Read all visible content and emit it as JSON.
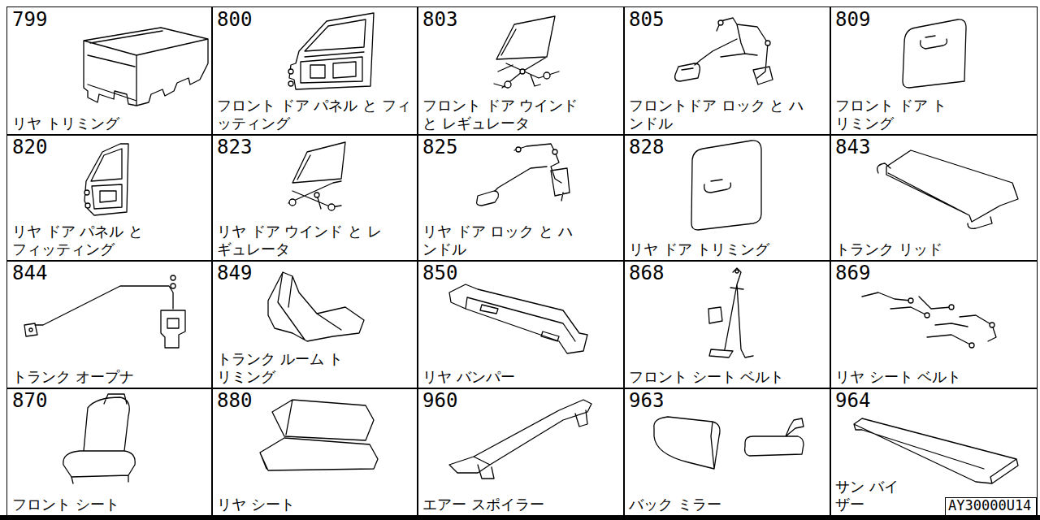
{
  "diagram": {
    "nodes": [
      {
        "text": [
          "799",
          "リヤ トリミング"
        ]
      },
      {
        "text": [
          "800",
          "フロント ドア パネル と フィッティング"
        ]
      },
      {
        "text": [
          "803",
          "フロント ドア ウインド と レギュレータ"
        ]
      },
      {
        "text": [
          "805",
          "フロントドア ロック と ハンドル"
        ]
      },
      {
        "text": [
          "809",
          "フロント ドア トリミング"
        ]
      },
      {
        "text": [
          "820",
          "リヤ ドア パネル と フィッティング"
        ]
      },
      {
        "text": [
          "823",
          "リヤ ドア ウインド と レギュレータ"
        ]
      },
      {
        "text": [
          "825",
          "リヤ ドア ロック と ハンドル"
        ]
      },
      {
        "text": [
          "828",
          "リヤ ドア トリミング"
        ]
      },
      {
        "text": [
          "843",
          "トランク リッド"
        ]
      },
      {
        "text": [
          "844",
          "トランク オープナ"
        ]
      },
      {
        "text": [
          "849",
          "トランク ルーム トリミング"
        ]
      },
      {
        "text": [
          "850",
          "リヤ バンパー"
        ]
      },
      {
        "text": [
          "868",
          "フロント シート ベルト"
        ]
      },
      {
        "text": [
          "869",
          "リヤ シート ベルト"
        ]
      },
      {
        "text": [
          "870",
          "フロント シート"
        ]
      },
      {
        "text": [
          "880",
          "リヤ シート"
        ]
      },
      {
        "text": [
          "960",
          "エアー スポイラー"
        ]
      },
      {
        "text": [
          "963",
          "バック ミラー"
        ]
      },
      {
        "text": [
          "964",
          "サン バイザー"
        ]
      },
      {
        "text": [
          "AY30000U14"
        ],
        "in": 19
      }
    ]
  }
}
